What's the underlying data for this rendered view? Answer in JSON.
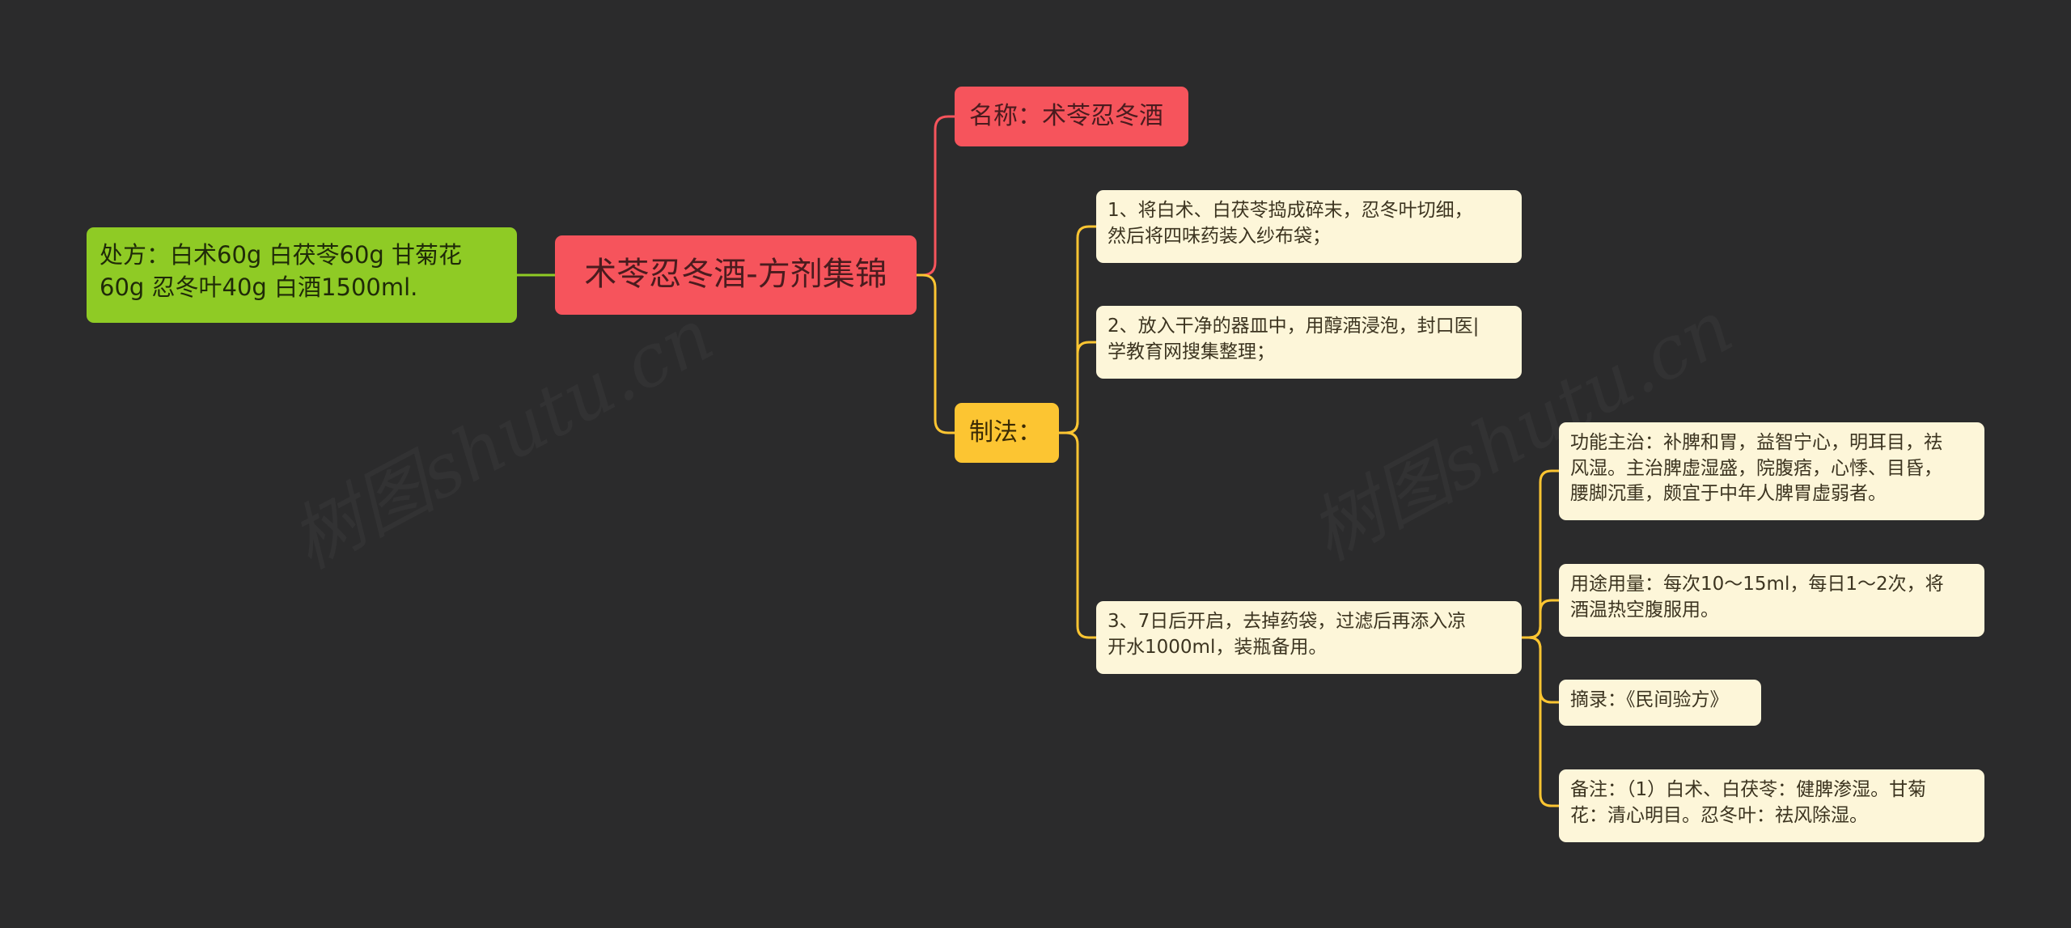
{
  "colors": {
    "background": "#2b2b2c",
    "root": "#f6545c",
    "green": "#8fcb25",
    "yellow": "#fcc532",
    "leaf": "#fdf6d9",
    "link_red": "#f6545c",
    "link_green": "#8fcb25",
    "link_yellow": "#fcc532"
  },
  "root": {
    "label": "术苓忍冬酒-方剂集锦"
  },
  "left_branch": {
    "label": "处方：白术60g 白茯苓60g 甘菊花60g 忍冬叶40g 白酒1500ml."
  },
  "name_branch": {
    "label": "名称：术苓忍冬酒"
  },
  "method_branch": {
    "label": "制法：",
    "steps": [
      {
        "label": "1、将白术、白茯苓捣成碎末，忍冬叶切细，\n然后将四味药装入纱布袋；"
      },
      {
        "label": "2、放入干净的器皿中，用醇酒浸泡，封口医|\n学教育网搜集整理；"
      },
      {
        "label": "3、7日后开启，去掉药袋，过滤后再添入凉\n开水1000ml，装瓶备用。"
      }
    ],
    "details": [
      {
        "label": "功能主治：补脾和胃，益智宁心，明耳目，祛\n风湿。主治脾虚湿盛，院腹痞，心悸、目昏，\n腰脚沉重，颇宜于中年人脾胃虚弱者。"
      },
      {
        "label": "用途用量：每次10～15ml，每日1～2次，将\n酒温热空腹服用。"
      },
      {
        "label": "摘录：《民间验方》"
      },
      {
        "label": "备注：（1）白术、白茯苓：健脾渗湿。甘菊\n花：清心明目。忍冬叶：祛风除湿。"
      }
    ]
  },
  "watermarks": [
    "树图shutu.cn",
    "树图shutu.cn"
  ]
}
